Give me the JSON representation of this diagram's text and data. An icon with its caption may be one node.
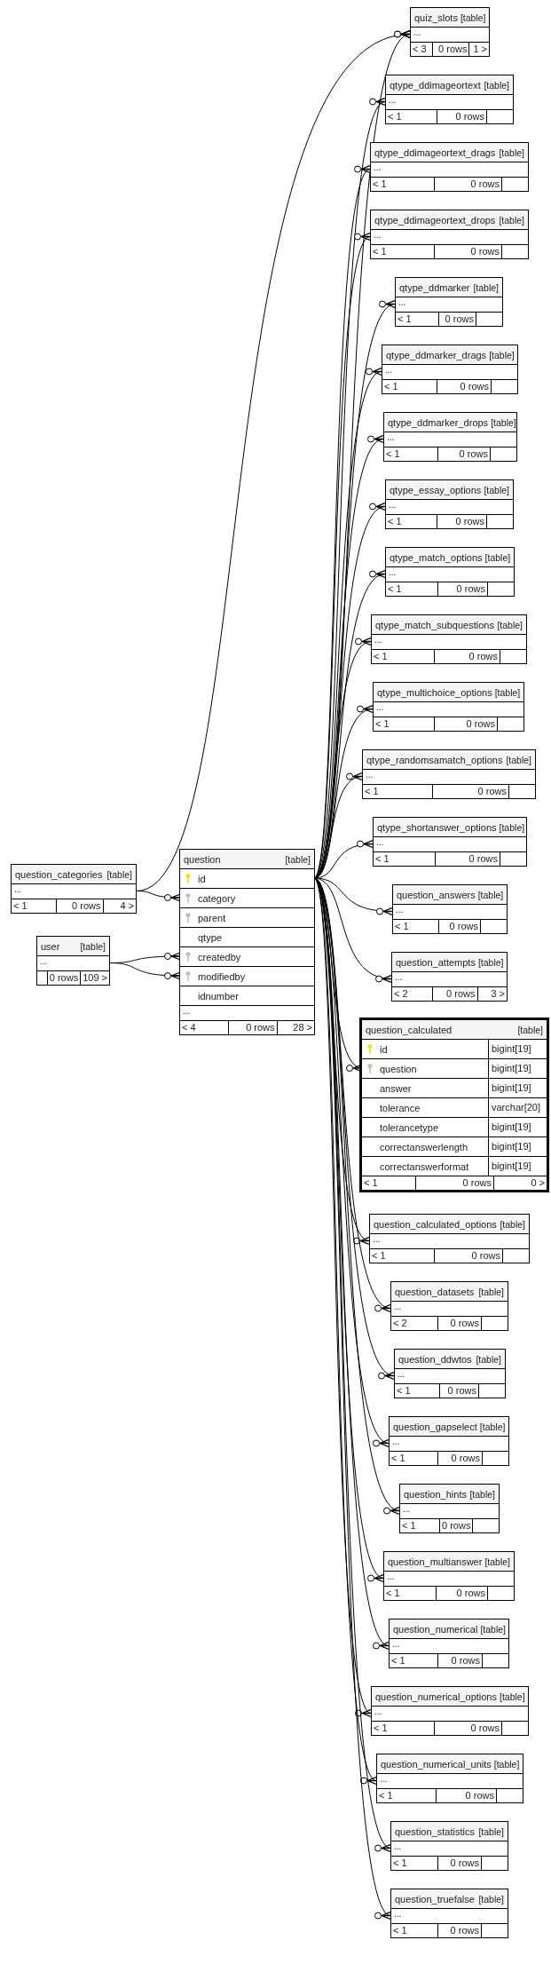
{
  "diagram": {
    "nodes": [
      {
        "text": [
          "question_categories",
          "[table]",
          "...",
          "< 1",
          "0 rows",
          "4 >"
        ]
      },
      {
        "text": [
          "user",
          "[table]",
          "...",
          "0 rows",
          "109 >"
        ]
      },
      {
        "text": [
          "question",
          "[table]",
          "...",
          "< 4",
          "0 rows",
          "28 >"
        ]
      },
      {
        "text": [
          "id"
        ],
        "in": 2
      },
      {
        "text": [
          "category"
        ],
        "in": 2
      },
      {
        "text": [
          "parent"
        ],
        "in": 2
      },
      {
        "text": [
          "qtype"
        ],
        "in": 2
      },
      {
        "text": [
          "createdby"
        ],
        "in": 2
      },
      {
        "text": [
          "modifiedby"
        ],
        "in": 2
      },
      {
        "text": [
          "idnumber"
        ],
        "in": 2
      },
      {
        "text": [
          "quiz_slots",
          "[table]",
          "...",
          "< 3",
          "0 rows",
          "1 >"
        ]
      },
      {
        "text": [
          "qtype_ddimageortext",
          "[table]",
          "...",
          "< 1",
          "0 rows"
        ]
      },
      {
        "text": [
          "qtype_ddimageortext_drags",
          "[table]",
          "...",
          "< 1",
          "0 rows"
        ]
      },
      {
        "text": [
          "qtype_ddimageortext_drops",
          "[table]",
          "...",
          "< 1",
          "0 rows"
        ]
      },
      {
        "text": [
          "qtype_ddmarker",
          "[table]",
          "...",
          "< 1",
          "0 rows"
        ]
      },
      {
        "text": [
          "qtype_ddmarker_drags",
          "[table]",
          "...",
          "< 1",
          "0 rows"
        ]
      },
      {
        "text": [
          "qtype_ddmarker_drops",
          "[table]",
          "...",
          "< 1",
          "0 rows"
        ]
      },
      {
        "text": [
          "qtype_essay_options",
          "[table]",
          "...",
          "< 1",
          "0 rows"
        ]
      },
      {
        "text": [
          "qtype_match_options",
          "[table]",
          "...",
          "< 1",
          "0 rows"
        ]
      },
      {
        "text": [
          "qtype_match_subquestions",
          "[table]",
          "...",
          "< 1",
          "0 rows"
        ]
      },
      {
        "text": [
          "qtype_multichoice_options",
          "[table]",
          "...",
          "< 1",
          "0 rows"
        ]
      },
      {
        "text": [
          "qtype_randomsamatch_options",
          "[table]",
          "...",
          "< 1",
          "0 rows"
        ]
      },
      {
        "text": [
          "qtype_shortanswer_options",
          "[table]",
          "...",
          "< 1",
          "0 rows"
        ]
      },
      {
        "text": [
          "question_answers",
          "[table]",
          "...",
          "< 1",
          "0 rows"
        ]
      },
      {
        "text": [
          "question_attempts",
          "[table]",
          "...",
          "< 2",
          "0 rows",
          "3 >"
        ]
      },
      {
        "text": [
          "question_calculated",
          "[table]",
          "< 1",
          "0 rows",
          "0 >"
        ]
      },
      {
        "text": [
          "id",
          "bigint[19]"
        ],
        "in": 25
      },
      {
        "text": [
          "question",
          "bigint[19]"
        ],
        "in": 25
      },
      {
        "text": [
          "answer",
          "bigint[19]"
        ],
        "in": 25
      },
      {
        "text": [
          "tolerance",
          "varchar[20]"
        ],
        "in": 25
      },
      {
        "text": [
          "tolerancetype",
          "bigint[19]"
        ],
        "in": 25
      },
      {
        "text": [
          "correctanswerlength",
          "bigint[19]"
        ],
        "in": 25
      },
      {
        "text": [
          "correctanswerformat",
          "bigint[19]"
        ],
        "in": 25
      },
      {
        "text": [
          "question_calculated_options",
          "[table]",
          "...",
          "< 1",
          "0 rows"
        ]
      },
      {
        "text": [
          "question_datasets",
          "[table]",
          "...",
          "< 2",
          "0 rows"
        ]
      },
      {
        "text": [
          "question_ddwtos",
          "[table]",
          "...",
          "< 1",
          "0 rows"
        ]
      },
      {
        "text": [
          "question_gapselect",
          "[table]",
          "...",
          "< 1",
          "0 rows"
        ]
      },
      {
        "text": [
          "question_hints",
          "[table]",
          "...",
          "< 1",
          "0 rows"
        ]
      },
      {
        "text": [
          "question_multianswer",
          "[table]",
          "...",
          "< 1",
          "0 rows"
        ]
      },
      {
        "text": [
          "question_numerical",
          "[table]",
          "...",
          "< 1",
          "0 rows"
        ]
      },
      {
        "text": [
          "question_numerical_options",
          "[table]",
          "...",
          "< 1",
          "0 rows"
        ]
      },
      {
        "text": [
          "question_numerical_units",
          "[table]",
          "...",
          "< 1",
          "0 rows"
        ]
      },
      {
        "text": [
          "question_statistics",
          "[table]",
          "...",
          "< 1",
          "0 rows"
        ]
      },
      {
        "text": [
          "question_truefalse",
          "[table]",
          "...",
          "< 1",
          "0 rows"
        ]
      }
    ],
    "edges": [
      {
        "from": 0,
        "to": 4,
        "arrow": "other"
      },
      {
        "from": 1,
        "to": 7,
        "arrow": "other"
      },
      {
        "from": 1,
        "to": 8,
        "arrow": "other"
      },
      {
        "from": 0,
        "to": 10,
        "arrow": "other"
      },
      {
        "from": 3,
        "to": 10,
        "arrow": "other"
      },
      {
        "from": 3,
        "to": 11,
        "arrow": "other"
      },
      {
        "from": 3,
        "to": 12,
        "arrow": "other"
      },
      {
        "from": 3,
        "to": 13,
        "arrow": "other"
      },
      {
        "from": 3,
        "to": 14,
        "arrow": "other"
      },
      {
        "from": 3,
        "to": 15,
        "arrow": "other"
      },
      {
        "from": 3,
        "to": 16,
        "arrow": "other"
      },
      {
        "from": 3,
        "to": 17,
        "arrow": "other"
      },
      {
        "from": 3,
        "to": 18,
        "arrow": "other"
      },
      {
        "from": 3,
        "to": 19,
        "arrow": "other"
      },
      {
        "from": 3,
        "to": 20,
        "arrow": "other"
      },
      {
        "from": 3,
        "to": 21,
        "arrow": "other"
      },
      {
        "from": 3,
        "to": 22,
        "arrow": "other"
      },
      {
        "from": 3,
        "to": 23,
        "arrow": "other"
      },
      {
        "from": 3,
        "to": 24,
        "arrow": "other"
      },
      {
        "from": 3,
        "to": 27,
        "arrow": "other"
      },
      {
        "from": 3,
        "to": 33,
        "arrow": "other"
      },
      {
        "from": 3,
        "to": 34,
        "arrow": "other"
      },
      {
        "from": 3,
        "to": 35,
        "arrow": "other"
      },
      {
        "from": 3,
        "to": 36,
        "arrow": "other"
      },
      {
        "from": 3,
        "to": 37,
        "arrow": "other"
      },
      {
        "from": 3,
        "to": 38,
        "arrow": "other"
      },
      {
        "from": 3,
        "to": 39,
        "arrow": "other"
      },
      {
        "from": 3,
        "to": 40,
        "arrow": "other"
      },
      {
        "from": 3,
        "to": 41,
        "arrow": "other"
      },
      {
        "from": 3,
        "to": 42,
        "arrow": "other"
      },
      {
        "from": 3,
        "to": 43,
        "arrow": "other"
      }
    ]
  }
}
